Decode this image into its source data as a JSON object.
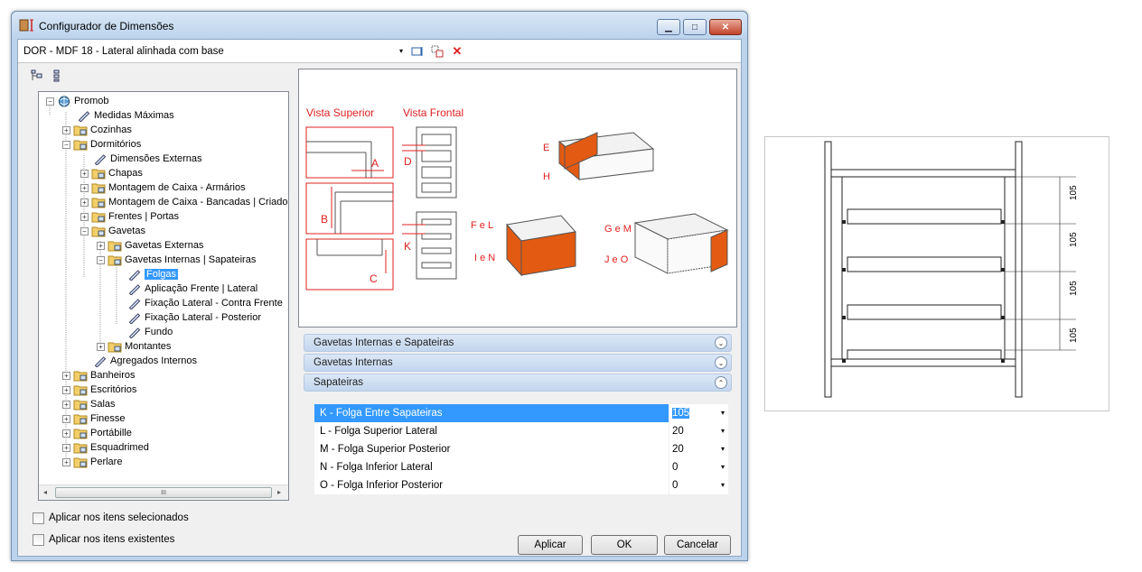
{
  "window": {
    "title": "Configurador de Dimensões",
    "minimize": "▁",
    "maximize": "□",
    "close": "✕"
  },
  "document_combo": {
    "value": "DOR - MDF 18 - Lateral alinhada com base",
    "arrow": "▾"
  },
  "tree": {
    "items": [
      {
        "label": "Promob",
        "expander": "−"
      },
      {
        "label": "Medidas Máximas"
      },
      {
        "label": "Cozinhas",
        "expander": "+"
      },
      {
        "label": "Dormitórios",
        "expander": "−"
      },
      {
        "label": "Dimensões Externas"
      },
      {
        "label": "Chapas",
        "expander": "+"
      },
      {
        "label": "Montagem de Caixa - Armários",
        "expander": "+"
      },
      {
        "label": "Montagem de Caixa - Bancadas | Criados",
        "expander": "+"
      },
      {
        "label": "Frentes | Portas",
        "expander": "+"
      },
      {
        "label": "Gavetas",
        "expander": "−"
      },
      {
        "label": "Gavetas Externas",
        "expander": "+"
      },
      {
        "label": "Gavetas Internas | Sapateiras",
        "expander": "−"
      },
      {
        "label": "Folgas"
      },
      {
        "label": "Aplicação Frente | Lateral"
      },
      {
        "label": "Fixação Lateral - Contra Frente"
      },
      {
        "label": "Fixação Lateral - Posterior"
      },
      {
        "label": "Fundo"
      },
      {
        "label": "Montantes",
        "expander": "+"
      },
      {
        "label": "Agregados Internos"
      },
      {
        "label": "Banheiros",
        "expander": "+"
      },
      {
        "label": "Escritórios",
        "expander": "+"
      },
      {
        "label": "Salas",
        "expander": "+"
      },
      {
        "label": "Finesse",
        "expander": "+"
      },
      {
        "label": "Portábille",
        "expander": "+"
      },
      {
        "label": "Esquadrimed",
        "expander": "+"
      },
      {
        "label": "Perlare",
        "expander": "+"
      }
    ],
    "scroll_left": "◂",
    "scroll_right": "▸",
    "scroll_grip": "III"
  },
  "preview": {
    "vista_superior": "Vista Superior",
    "vista_frontal": "Vista Frontal",
    "labels": {
      "A": "A",
      "B": "B",
      "C": "C",
      "D": "D",
      "E": "E",
      "H": "H",
      "K": "K",
      "FeL": "F e L",
      "IeN": "I e N",
      "GeM": "G e M",
      "JeO": "J e O"
    }
  },
  "sections": [
    {
      "label": "Gavetas Internas e Sapateiras",
      "chevron": "⌄"
    },
    {
      "label": "Gavetas Internas",
      "chevron": "⌄"
    },
    {
      "label": "Sapateiras",
      "chevron": "⌃"
    }
  ],
  "properties": [
    {
      "name": "K - Folga Entre Sapateiras",
      "value": "105",
      "dd": "▾"
    },
    {
      "name": "L - Folga Superior Lateral",
      "value": "20",
      "dd": "▾"
    },
    {
      "name": "M - Folga Superior Posterior",
      "value": "20",
      "dd": "▾"
    },
    {
      "name": "N - Folga Inferior Lateral",
      "value": "0",
      "dd": "▾"
    },
    {
      "name": "O - Folga Inferior Posterior",
      "value": "0",
      "dd": "▾"
    }
  ],
  "checkboxes": {
    "selected": "Aplicar nos itens selecionados",
    "existing": "Aplicar nos itens existentes"
  },
  "buttons": {
    "apply": "Aplicar",
    "ok": "OK",
    "cancel": "Cancelar"
  },
  "drawing": {
    "dim_labels": [
      "105",
      "105",
      "105",
      "105"
    ]
  },
  "colors": {
    "accent_red": "#e02020",
    "drawer_orange": "#e35a12",
    "selection": "#3399ff"
  }
}
